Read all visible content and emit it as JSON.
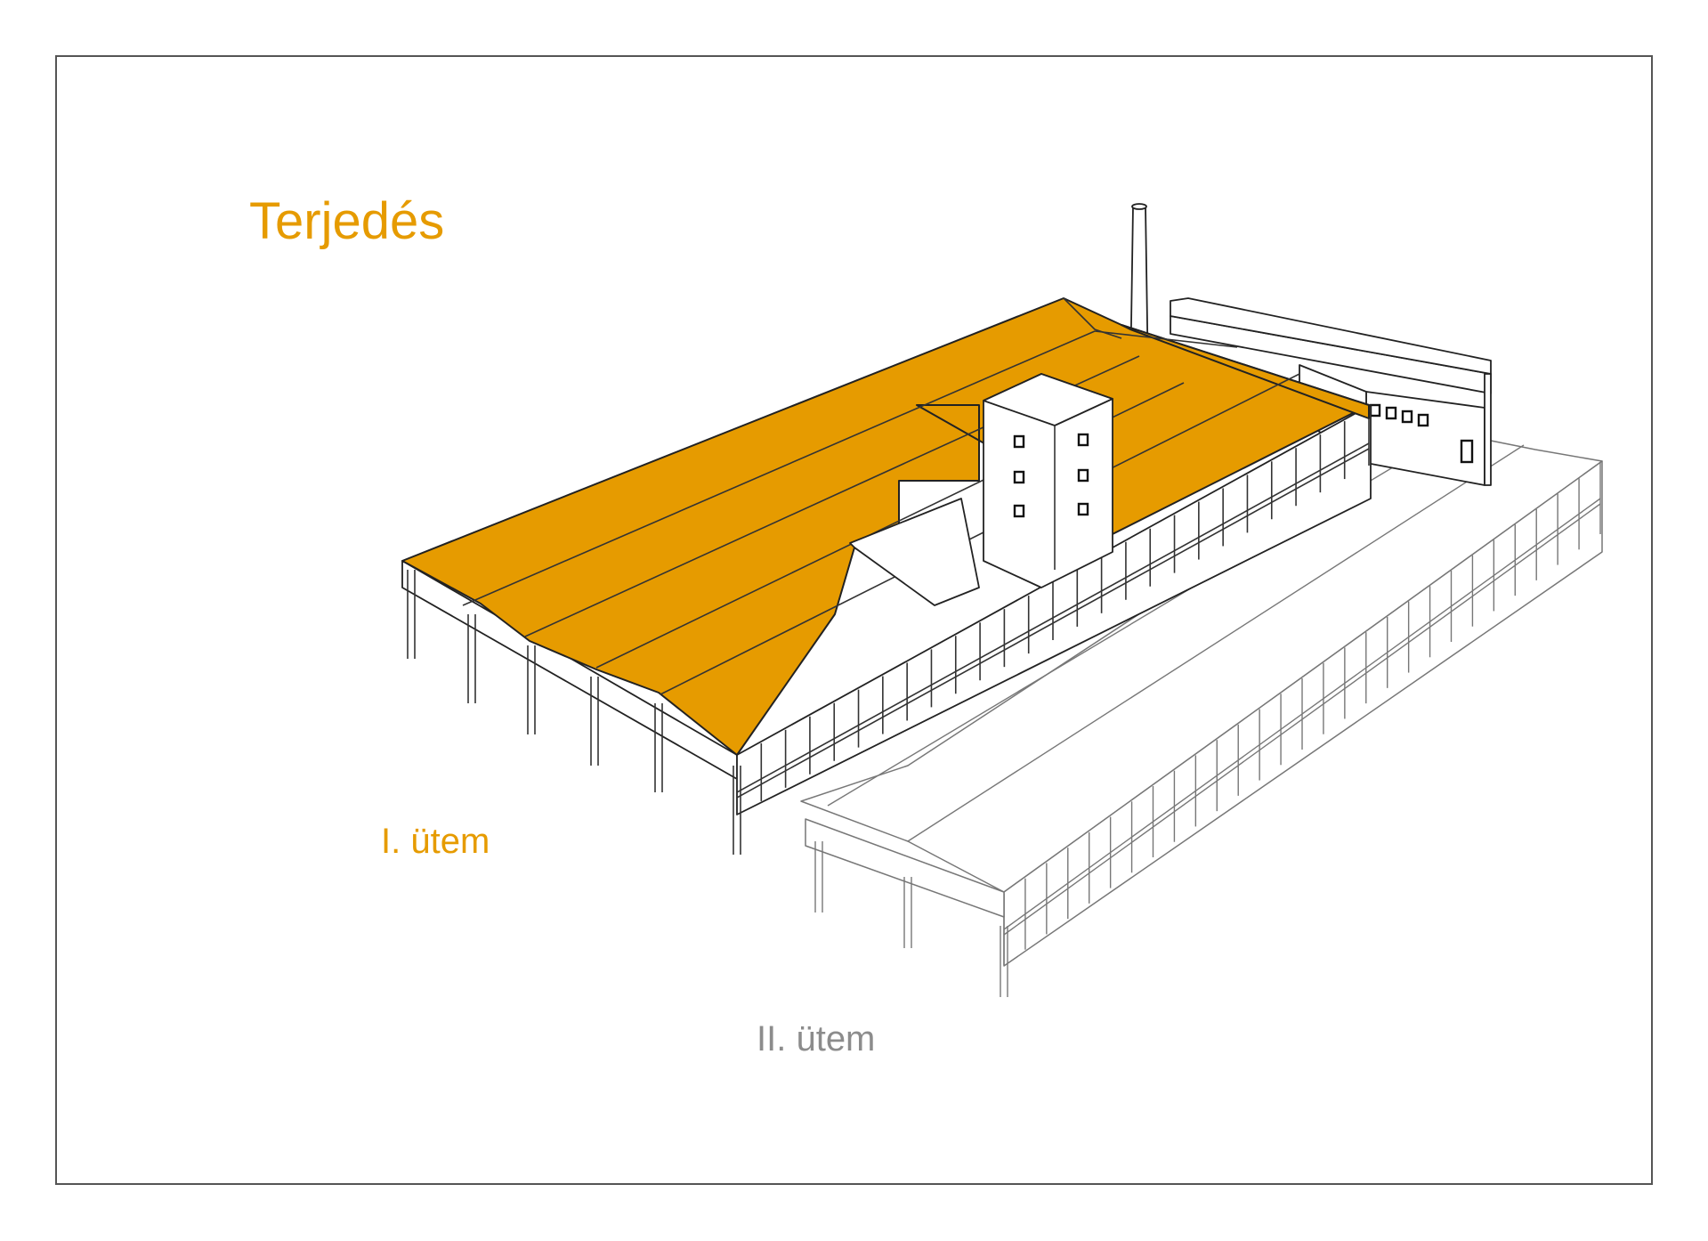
{
  "title": "Terjedés",
  "phases": [
    {
      "label": "I. ütem",
      "color": "#E69B00"
    },
    {
      "label": "II. ütem",
      "color": "#8C8C8C"
    }
  ],
  "colors": {
    "accent": "#E69B00",
    "frame": "#555555",
    "line": "#222222"
  }
}
